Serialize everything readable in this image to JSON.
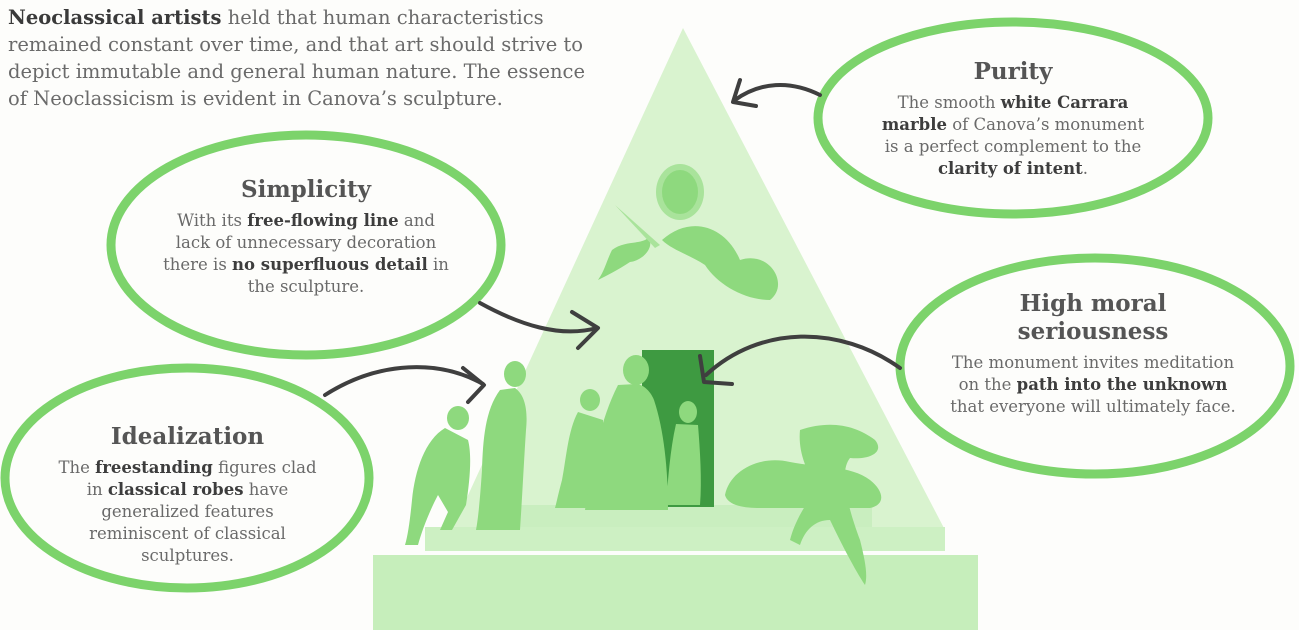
{
  "intro": {
    "bold": "Neoclassical artists",
    "rest": " held that human characteristics remained constant over time, and that art should strive to depict immutable and general human nature. The essence of Neoclassicism is evident in Canova’s sculpture."
  },
  "colors": {
    "bubble_border": "#7cd36b",
    "pyramid": "#d7f2cc",
    "figures": "#8ed97e",
    "door": "#3f9a42",
    "step": "#ccf0c3"
  },
  "bubbles": {
    "purity": {
      "title": "Purity",
      "t1": "The smooth ",
      "b1": "white Carrara marble",
      "t2": " of Canova’s monument is a perfect complement to the ",
      "b2": "clarity of intent",
      "t3": "."
    },
    "simplicity": {
      "title": "Simplicity",
      "t1": "With its ",
      "b1": "free-flowing line",
      "t2": " and lack of unnecessary decoration there is ",
      "b2": "no superfluous detail",
      "t3": " in the sculpture."
    },
    "moral": {
      "title": "High moral seriousness",
      "t1": "The monument invites meditation on the ",
      "b1": "path into the unknown",
      "t2": " that everyone will ultimately face."
    },
    "idealization": {
      "title": "Idealization",
      "t1": "The ",
      "b1": "freestanding",
      "t2": " figures clad in ",
      "b2": "classical robes",
      "t3": " have generalized features reminiscent of classical sculptures."
    }
  }
}
